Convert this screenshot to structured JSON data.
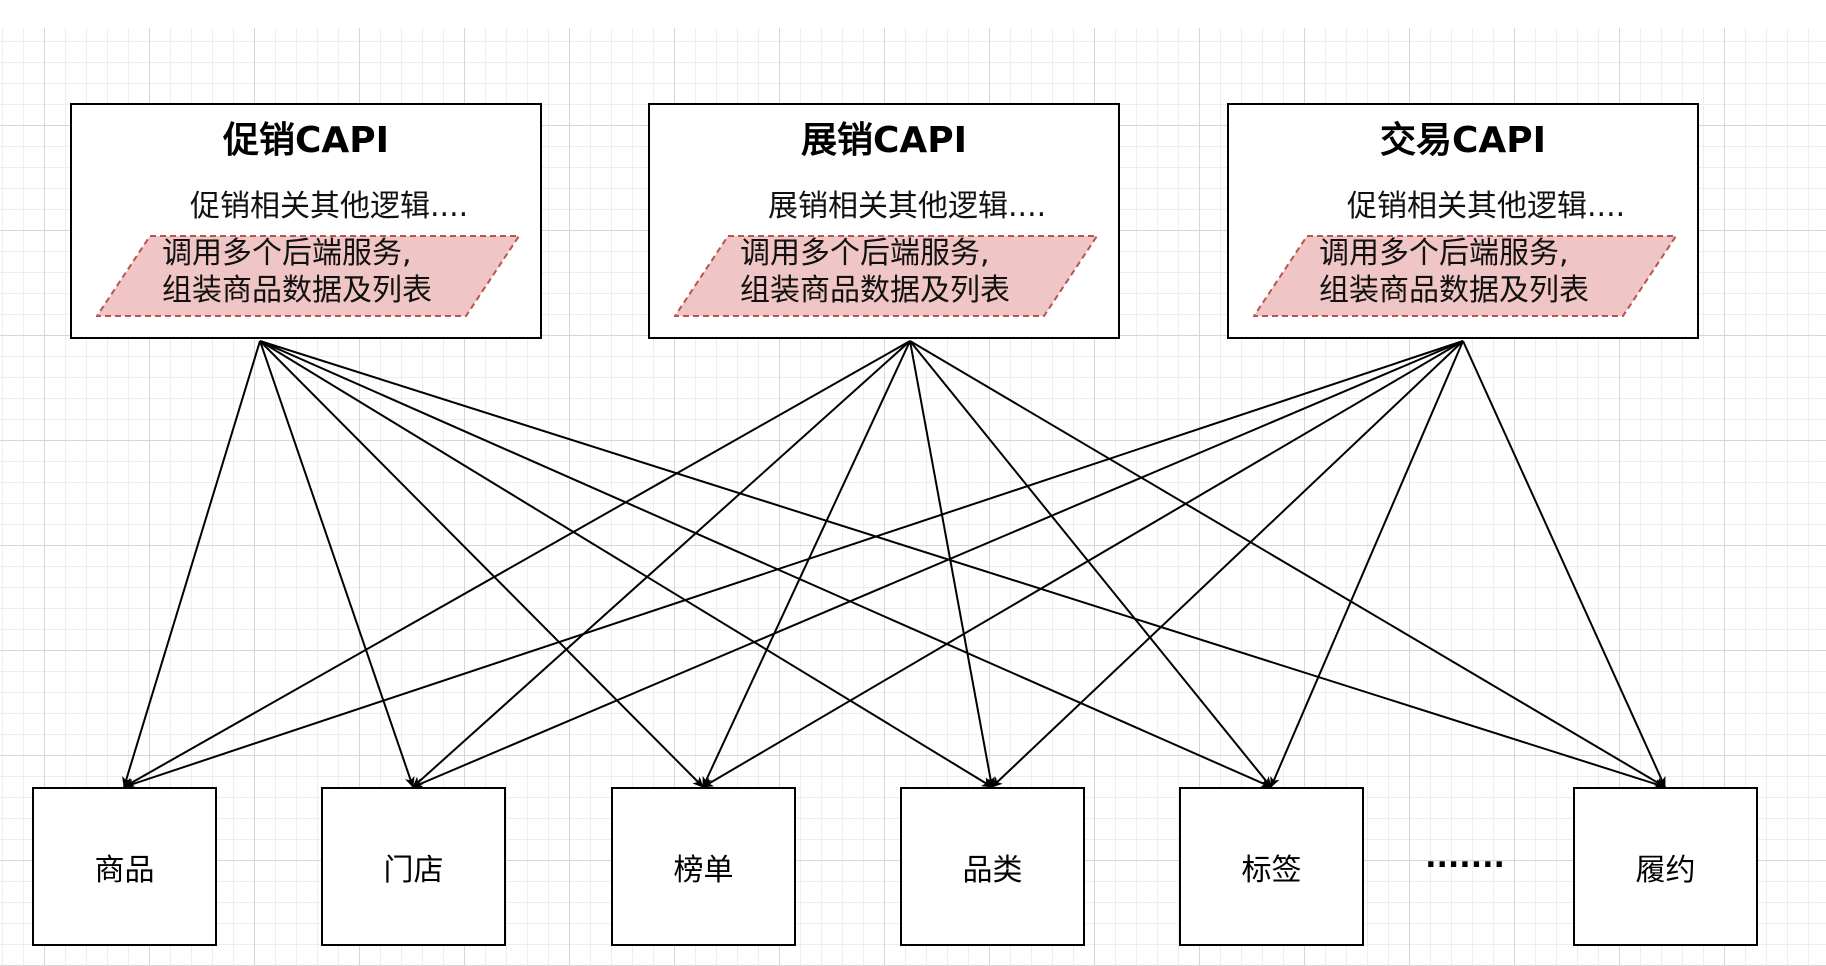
{
  "capis": [
    {
      "title": "促销CAPI",
      "desc": "促销相关其他逻辑....",
      "note_line1": "调用多个后端服务,",
      "note_line2": "组装商品数据及列表"
    },
    {
      "title": "展销CAPI",
      "desc": "展销相关其他逻辑....",
      "note_line1": "调用多个后端服务,",
      "note_line2": "组装商品数据及列表"
    },
    {
      "title": "交易CAPI",
      "desc": "促销相关其他逻辑....",
      "note_line1": "调用多个后端服务,",
      "note_line2": "组装商品数据及列表"
    }
  ],
  "services": [
    {
      "label": "商品"
    },
    {
      "label": "门店"
    },
    {
      "label": "榜单"
    },
    {
      "label": "品类"
    },
    {
      "label": "标签"
    },
    {
      "label": "履约"
    }
  ],
  "ellipsis": ".......",
  "colors": {
    "note_fill": "#f0c5c5",
    "note_border": "#b85450",
    "grid_major": "#d6d6d6",
    "grid_minor": "#eeeeee",
    "stroke": "#000000"
  }
}
